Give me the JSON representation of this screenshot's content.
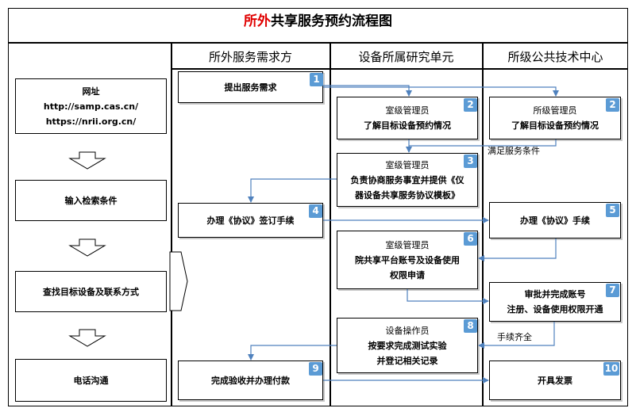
{
  "title": {
    "red": "所外",
    "rest": "共享服务预约流程图"
  },
  "columns": [
    "所外服务需求方",
    "设备所属研究单元",
    "所级公共技术中心"
  ],
  "left_steps": [
    {
      "lines": [
        "网址",
        "http://samp.cas.cn/",
        "https://nrii.org.cn/"
      ]
    },
    {
      "text": "输入检索条件"
    },
    {
      "text": "查找目标设备及联系方式"
    },
    {
      "text": "电话沟通"
    }
  ],
  "steps": [
    {
      "num": "1",
      "text": "提出服务需求"
    },
    {
      "num": "2",
      "role": "室级管理员",
      "text": "了解目标设备预约情况"
    },
    {
      "num": "2",
      "role": "所级管理员",
      "text": "了解目标设备预约情况"
    },
    {
      "num": "3",
      "role": "室级管理员",
      "line1": "负责协商服务事宜并提供《仪",
      "line2": "器设备共享服务协议模板》"
    },
    {
      "num": "4",
      "text": "办理《协议》签订手续"
    },
    {
      "num": "5",
      "text": "办理《协议》手续"
    },
    {
      "num": "6",
      "role": "室级管理员",
      "line1": "院共享平台账号及设备使用",
      "line2": "权限申请"
    },
    {
      "num": "7",
      "line1": "审批并完成账号",
      "line2": "注册、设备使用权限开通"
    },
    {
      "num": "8",
      "role": "设备操作员",
      "line1": "按要求完成测试实验",
      "line2": "并登记相关记录"
    },
    {
      "num": "9",
      "text": "完成验收并办理付款"
    },
    {
      "num": "10",
      "text": "开具发票"
    }
  ],
  "notes": {
    "condition": "满足服务条件",
    "complete": "手续齐全"
  },
  "colors": {
    "accent": "#5b9bd5",
    "title_red": "#e00000",
    "arrow": "#4f81bd"
  }
}
